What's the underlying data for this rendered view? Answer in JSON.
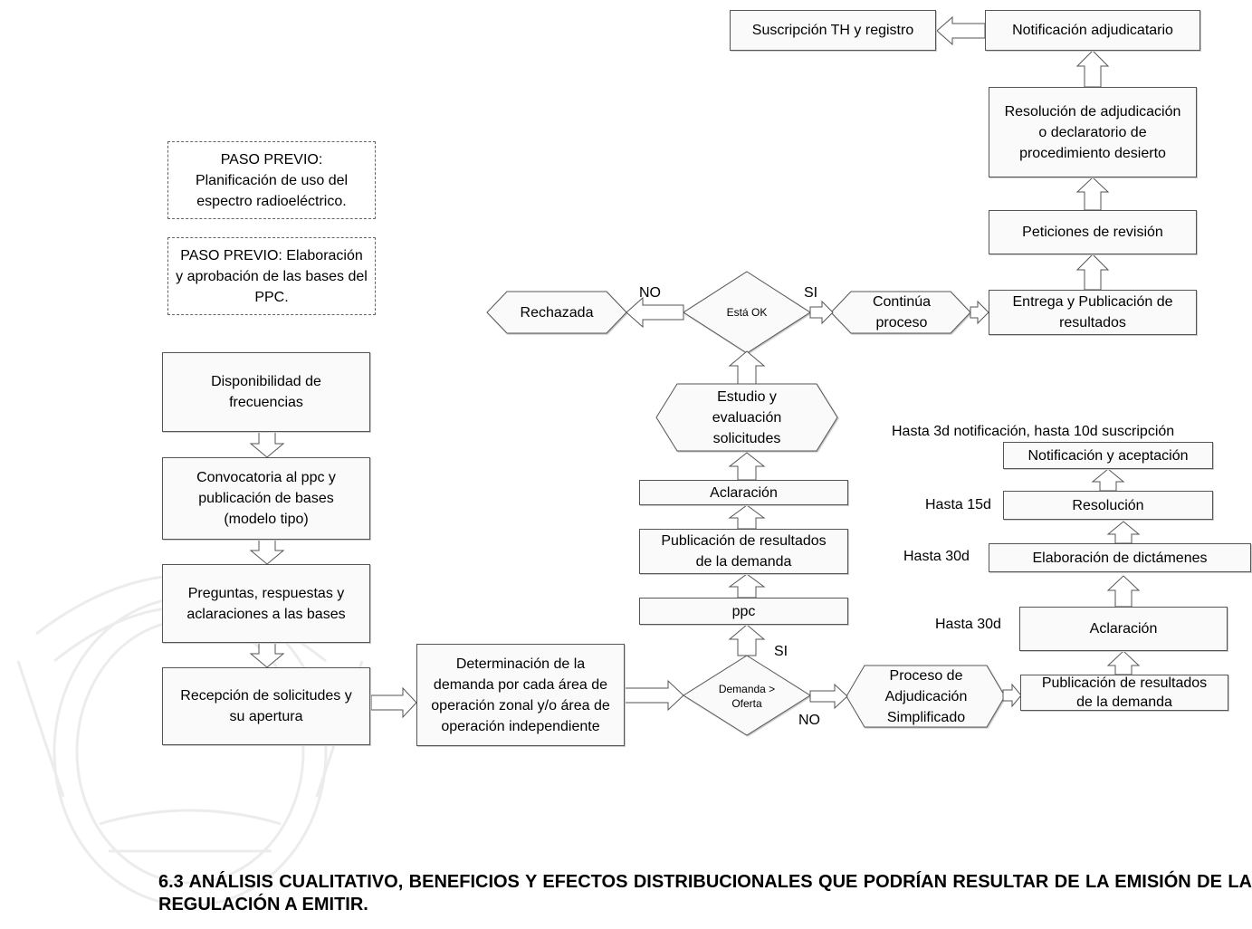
{
  "nodes": {
    "suscripcion": "Suscripción TH y registro",
    "notificacion_adjudicatario": "Notificación adjudicatario",
    "resolucion_adjudicacion": "Resolución de adjudicación o declaratorio de procedimiento desierto",
    "peticiones_revision": "Peticiones de revisión",
    "entrega_publicacion": "Entrega y Publicación de resultados",
    "continua_proceso": "Continúa proceso",
    "esta_ok": "Está OK",
    "rechazada": "Rechazada",
    "estudio_evaluacion": "Estudio y evaluación solicitudes",
    "aclaracion_top": "Aclaración",
    "publicacion_resultados_top": "Publicación de resultados de la demanda",
    "ppc": "ppc",
    "demanda_oferta": "Demanda > Oferta",
    "proceso_adjudicacion": "Proceso de Adjudicación Simplificado",
    "publicacion_resultados_bottom": "Publicación de resultados de la demanda",
    "aclaracion_bottom": "Aclaración",
    "elaboracion_dictamenes": "Elaboración de dictámenes",
    "resolucion": "Resolución",
    "notificacion_aceptacion": "Notificación y aceptación",
    "paso_previo_1": "PASO PREVIO: Planificación de uso del espectro radioeléctrico.",
    "paso_previo_2": "PASO PREVIO: Elaboración y aprobación de las bases del PPC.",
    "disponibilidad": "Disponibilidad de frecuencias",
    "convocatoria": "Convocatoria al ppc y publicación de bases (modelo tipo)",
    "preguntas": "Preguntas, respuestas y aclaraciones a las bases",
    "recepcion": "Recepción de solicitudes y su apertura",
    "determinacion": "Determinación de la demanda por cada área de operación zonal y/o área de operación independiente"
  },
  "labels": {
    "no_ok": "NO",
    "si_ok": "SI",
    "si_demanda": "SI",
    "no_demanda": "NO",
    "hasta_3d": "Hasta 3d notificación, hasta 10d suscripción",
    "hasta_15d": "Hasta 15d",
    "hasta_30d_a": "Hasta 30d",
    "hasta_30d_b": "Hasta 30d"
  },
  "heading": "6.3 ANÁLISIS CUALITATIVO, BENEFICIOS Y EFECTOS DISTRIBUCIONALES QUE PODRÍAN RESULTAR DE LA EMISIÓN DE LA REGULACIÓN A EMITIR."
}
